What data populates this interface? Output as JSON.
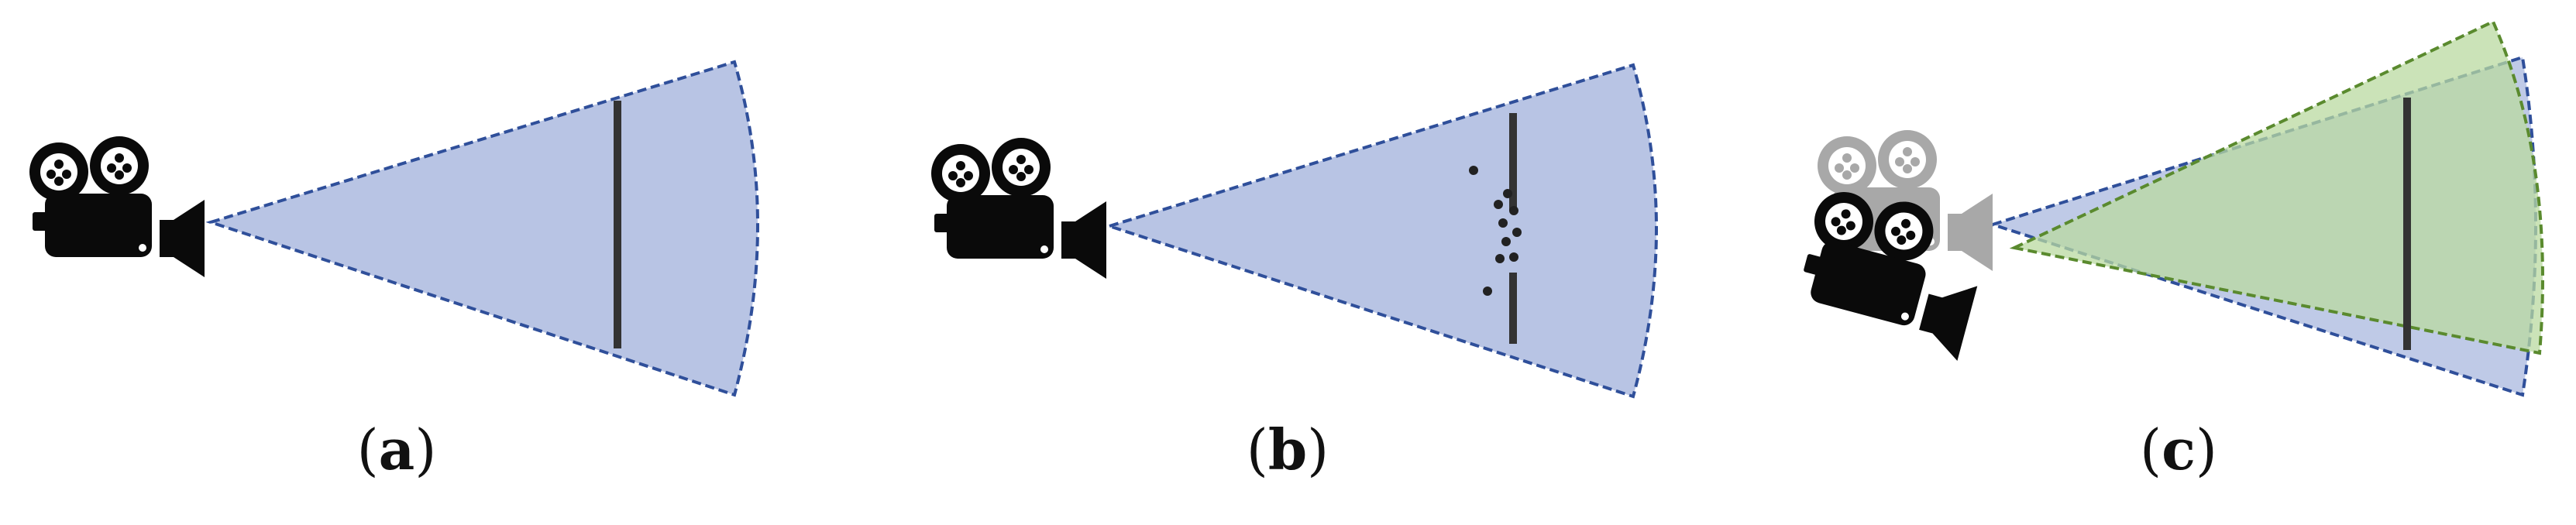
{
  "panels": [
    {
      "id": "a",
      "label": "a",
      "variant": "wall"
    },
    {
      "id": "b",
      "label": "b",
      "variant": "wall-with-gap-particles"
    },
    {
      "id": "c",
      "label": "c",
      "variant": "two-cameras-overlapping-fov"
    }
  ],
  "icons": {
    "camera": "movie-camera-icon",
    "camera_ghost": "movie-camera-icon-gray"
  },
  "colors": {
    "fov_fill": "#b8c4e4",
    "fov_stroke": "#2f4f9a",
    "fov2_fill": "#b9d9a0",
    "fov2_stroke": "#5a8a2e",
    "wall": "#333333",
    "camera": "#0a0a0a",
    "camera_ghost": "#a8a8a8",
    "particles": "#222222"
  },
  "paren_open": "(",
  "paren_close": ")"
}
